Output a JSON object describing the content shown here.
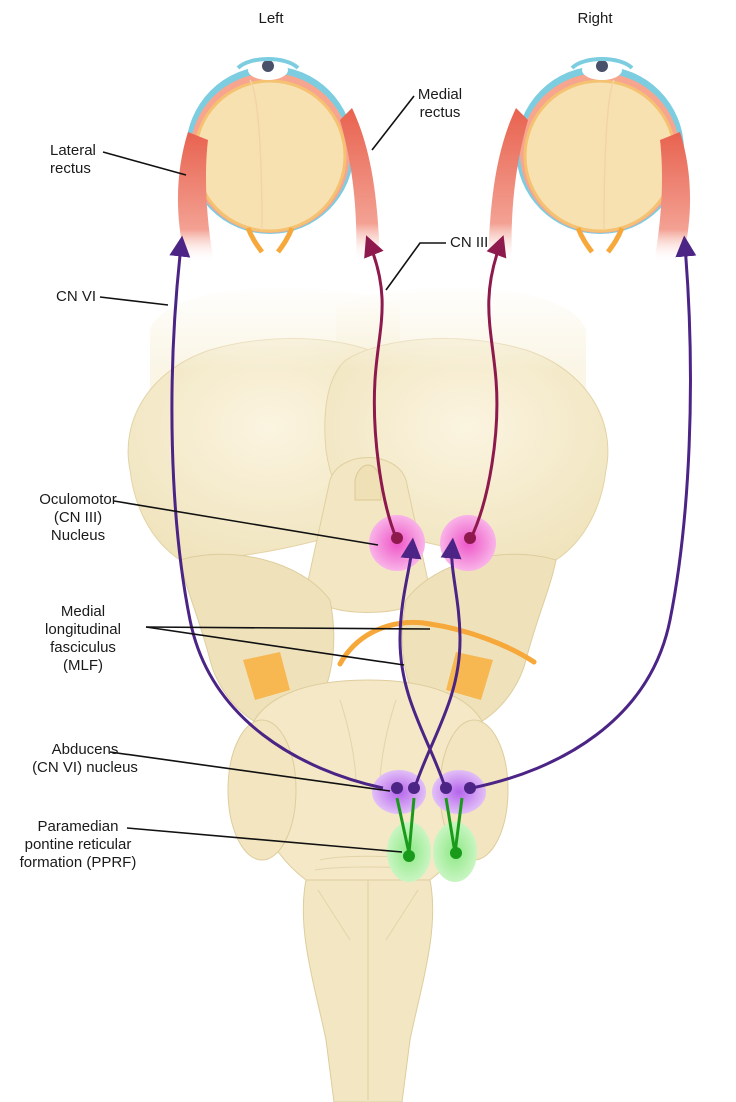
{
  "headings": {
    "left": "Left",
    "right": "Right"
  },
  "labels": {
    "medial_rectus": [
      "Medial",
      "rectus"
    ],
    "lateral_rectus": [
      "Lateral",
      "rectus"
    ],
    "cn_iii": "CN III",
    "cn_vi": "CN VI",
    "oculomotor_nucleus": [
      "Oculomotor",
      "(CN III)",
      "Nucleus"
    ],
    "mlf": [
      "Medial",
      "longitudinal",
      "fasciculus",
      "(MLF)"
    ],
    "abducens_nucleus": [
      "Abducens",
      "(CN VI) nucleus"
    ],
    "pprf": [
      "Paramedian",
      "pontine reticular",
      "formation (PPRF)"
    ]
  },
  "colors": {
    "cn_vi_pathway": "#4b2485",
    "cn_iii_pathway": "#8e1a4d",
    "pprf_connection": "#1a9a1a",
    "oculomotor_nucleus": "#f06ad0",
    "abducens_nucleus": "#c77ef0",
    "pprf": "#a8f0a0",
    "brainstem": "#f6eccb",
    "mlf": "#f7a83a",
    "muscle": "#e8624f",
    "sclera": "#7ccde0"
  }
}
